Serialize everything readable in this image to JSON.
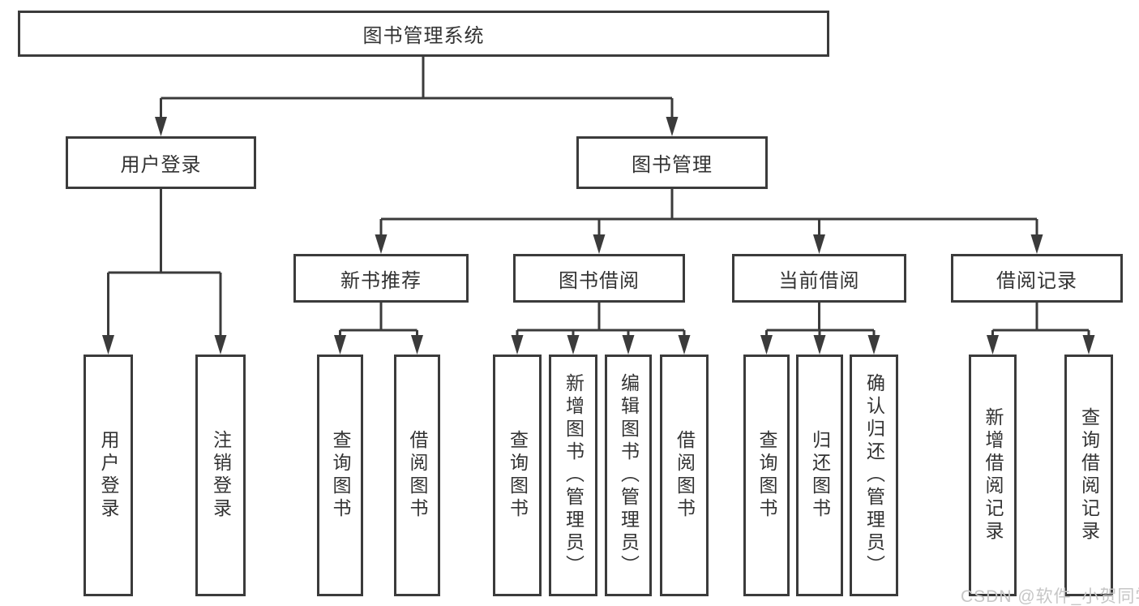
{
  "diagram_title": "图书管理系统",
  "watermark": "CSDN @软件_小贺同学",
  "colors": {
    "line": "#3b3b3b",
    "text": "#333333",
    "box_background": "#ffffff",
    "watermark": "#c6c6c6"
  },
  "nodes": {
    "root": "图书管理系统",
    "user_login": "用户登录",
    "book_mgmt": "图书管理",
    "new_book_rec": "新书推荐",
    "book_borrow": "图书借阅",
    "current_borrow": "当前借阅",
    "borrow_records": "借阅记录",
    "user_login_children": {
      "login": "用户登录",
      "logout": "注销登录"
    },
    "new_book_rec_children": {
      "query_books": "查询图书",
      "borrow_books": "借阅图书"
    },
    "book_borrow_children": {
      "query_books": "查询图书",
      "add_books": "新增图书（管理员）",
      "edit_books": "编辑图书（管理员）",
      "borrow_books": "借阅图书"
    },
    "current_borrow_children": {
      "query_books": "查询图书",
      "return_books": "归还图书",
      "confirm_return": "确认归还（管理员）"
    },
    "borrow_records_children": {
      "add_record": "新增借阅记录",
      "query_record": "查询借阅记录"
    }
  }
}
